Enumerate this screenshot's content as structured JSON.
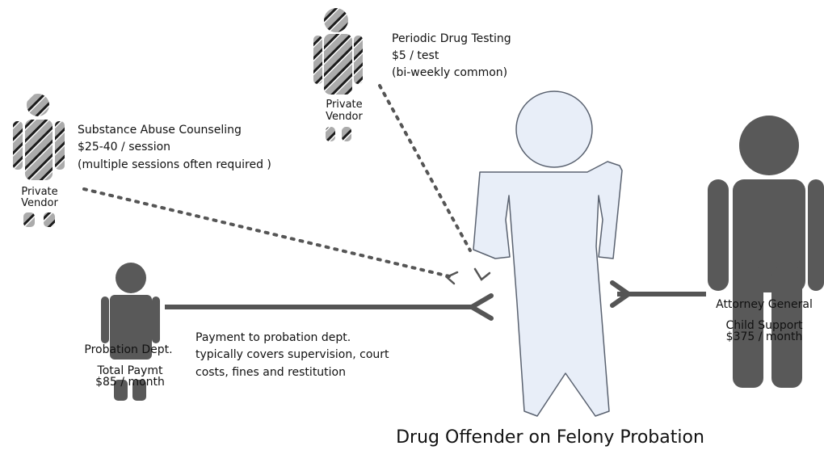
{
  "title": "Drug Offender on Felony Probation",
  "vendor_top": {
    "figure_label_1": "Private",
    "figure_label_2": "Vendor",
    "service": "Periodic Drug Testing",
    "cost": "$5 / test",
    "note": "(bi-weekly common)"
  },
  "vendor_left": {
    "figure_label_1": "Private",
    "figure_label_2": "Vendor",
    "service": "Substance Abuse Counseling",
    "cost": "$25-40 / session",
    "note": "(multiple sessions often required )"
  },
  "probation": {
    "figure_label": "Probation Dept.",
    "total_label": "Total Paymt",
    "amount": "$85 / month",
    "desc_1": "Payment to probation dept.",
    "desc_2": "typically covers supervision, court",
    "desc_3": "costs, fines and restitution"
  },
  "attorney": {
    "label_1": "Attorney General",
    "label_2": "Child Support",
    "amount": "$375 / month"
  },
  "colors": {
    "offender_fill": "#e8eef8",
    "offender_stroke": "#5a6270",
    "payer_fill": "#595959",
    "vendor_base": "#a9a9a9",
    "arrow": "#555555"
  }
}
